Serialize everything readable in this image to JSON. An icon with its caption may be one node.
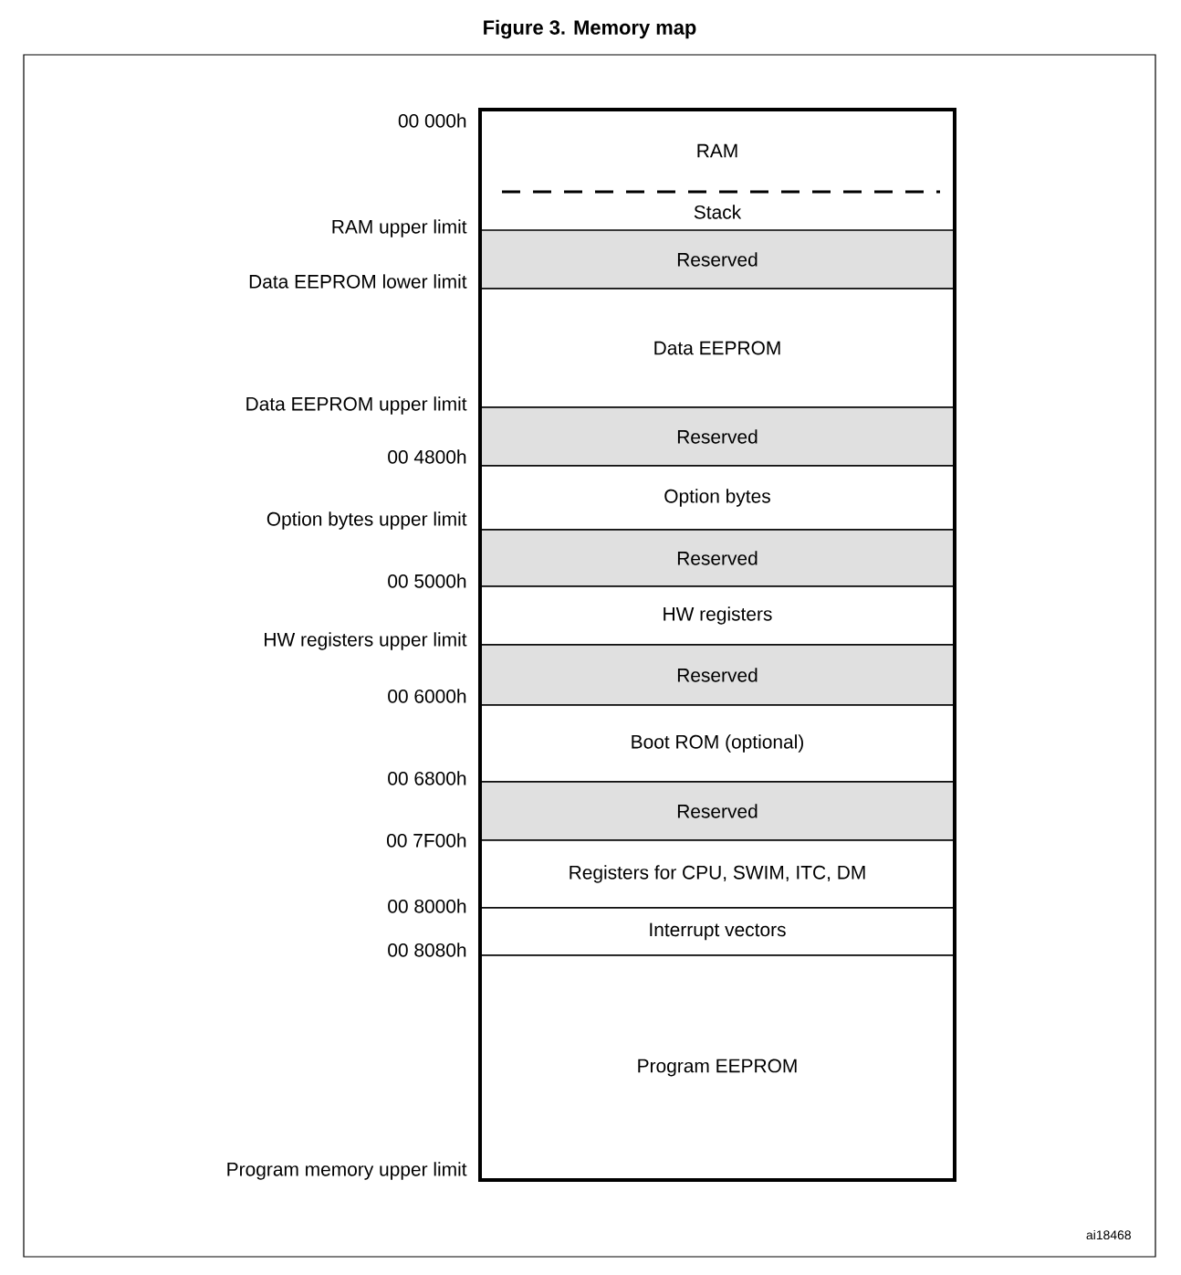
{
  "diagram": {
    "title": "Figure 3. Memory map",
    "nodes": [
      {
        "text": [
          "RAM"
        ]
      },
      {
        "text": [
          "Stack"
        ]
      },
      {
        "text": [
          "Reserved"
        ]
      },
      {
        "text": [
          "Data EEPROM"
        ]
      },
      {
        "text": [
          "Reserved"
        ]
      },
      {
        "text": [
          "Option bytes"
        ]
      },
      {
        "text": [
          "Reserved"
        ]
      },
      {
        "text": [
          "HW registers"
        ]
      },
      {
        "text": [
          "Reserved"
        ]
      },
      {
        "text": [
          "Boot ROM (optional)"
        ]
      },
      {
        "text": [
          "Reserved"
        ]
      },
      {
        "text": [
          "Registers for CPU, SWIM, ITC, DM"
        ]
      },
      {
        "text": [
          "Interrupt vectors"
        ]
      },
      {
        "text": [
          "Program EEPROM"
        ]
      }
    ],
    "labels": [
      "00 000h",
      "RAM upper limit",
      "Data EEPROM lower limit",
      "Data EEPROM upper limit",
      "00 4800h",
      "Option bytes upper limit",
      "00 5000h",
      "HW registers upper limit",
      "00 6000h",
      "00 6800h",
      "00 7F00h",
      "00 8000h",
      "00 8080h",
      "Program memory upper limit",
      "ai18468"
    ]
  }
}
